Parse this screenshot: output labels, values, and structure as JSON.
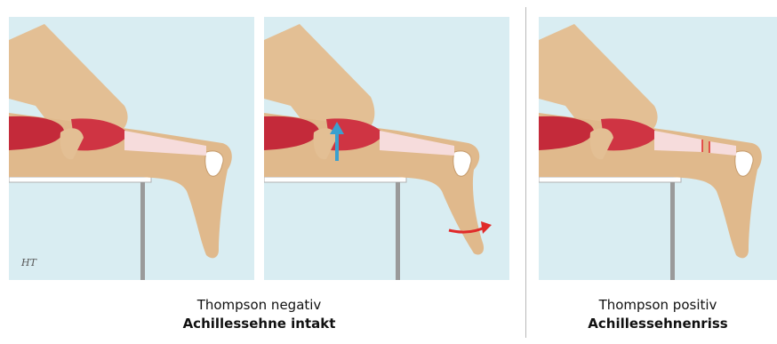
{
  "captions": {
    "negative": {
      "line1": "Thompson negativ",
      "line2": "Achillessehne intakt"
    },
    "positive": {
      "line1": "Thompson positiv",
      "line2": "Achillessehnenriss"
    }
  },
  "signature": "HT",
  "colors": {
    "background": "#d9edf2",
    "skin": "#e0b98c",
    "skin_outline": "#d19f6c",
    "muscle": "#c42a3a",
    "tendon": "#f6dcdc",
    "table_top": "#ffffff",
    "table_leg": "#9a9a9a",
    "arrow_blue": "#3aa0cf",
    "arrow_red": "#e02a2a"
  }
}
